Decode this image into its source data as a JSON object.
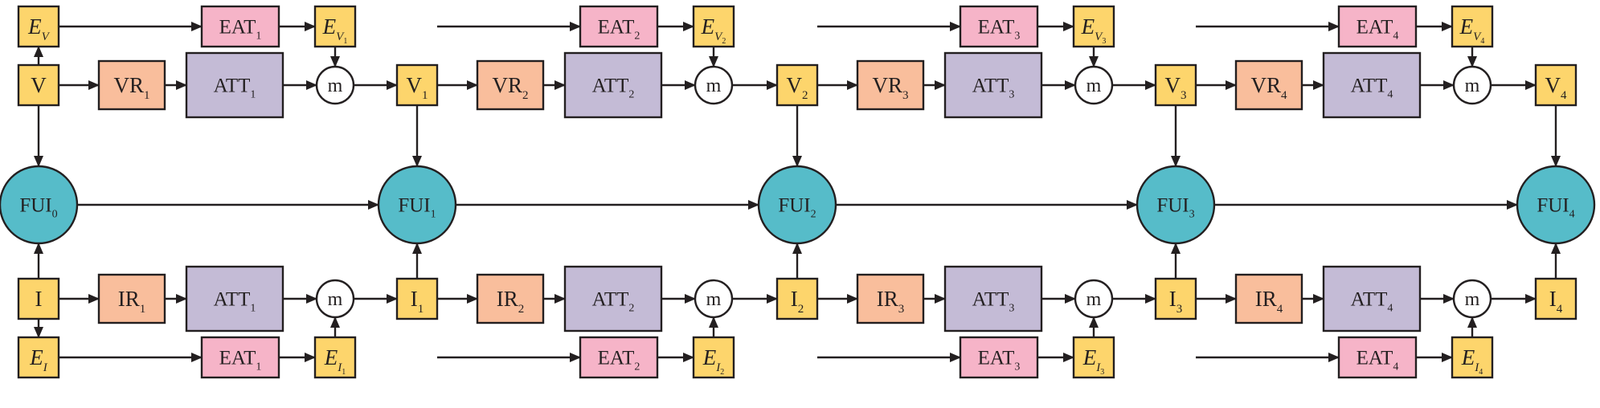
{
  "colors": {
    "vector": "#fdd56c",
    "eat": "#f6b4c8",
    "att": "#c4bbd6",
    "rec": "#f9be9c",
    "fui": "#56bcc9",
    "merge": "#ffffff",
    "stroke": "#231f20"
  },
  "top_start": {
    "base": "E",
    "sub": "V"
  },
  "bottom_start": {
    "base": "E",
    "sub": "I"
  },
  "v_start": "V",
  "i_start": "I",
  "fui_base": "FUI",
  "eat_base": "EAT",
  "att_base": "ATT",
  "vr_base": "VR",
  "ir_base": "IR",
  "merge_symbol": "m",
  "stages": [
    {
      "index": "1",
      "eat_top": "EAT1",
      "e_v": "E_V1",
      "vr": "VR1",
      "att_top": "ATT1",
      "v": "V1",
      "fui": "FUI1",
      "ir": "IR1",
      "att_bottom": "ATT1",
      "i": "I1",
      "eat_bottom": "EAT1",
      "e_i": "E_I1"
    },
    {
      "index": "2",
      "eat_top": "EAT2",
      "e_v": "E_V2",
      "vr": "VR2",
      "att_top": "ATT2",
      "v": "V2",
      "fui": "FUI2",
      "ir": "IR2",
      "att_bottom": "ATT2",
      "i": "I2",
      "eat_bottom": "EAT2",
      "e_i": "E_I2"
    },
    {
      "index": "3",
      "eat_top": "EAT3",
      "e_v": "E_V3",
      "vr": "VR3",
      "att_top": "ATT3",
      "v": "V3",
      "fui": "FUI3",
      "ir": "IR3",
      "att_bottom": "ATT3",
      "i": "I3",
      "eat_bottom": "EAT3",
      "e_i": "E_I3"
    },
    {
      "index": "4",
      "eat_top": "EAT4",
      "e_v": "E_V4",
      "vr": "VR4",
      "att_top": "ATT4",
      "v": "V4",
      "fui": "FUI4",
      "ir": "IR4",
      "att_bottom": "ATT4",
      "i": "I4",
      "eat_bottom": "EAT4",
      "e_i": "E_I4"
    }
  ],
  "fui_start": "FUI0",
  "fui_start_sub": "0"
}
